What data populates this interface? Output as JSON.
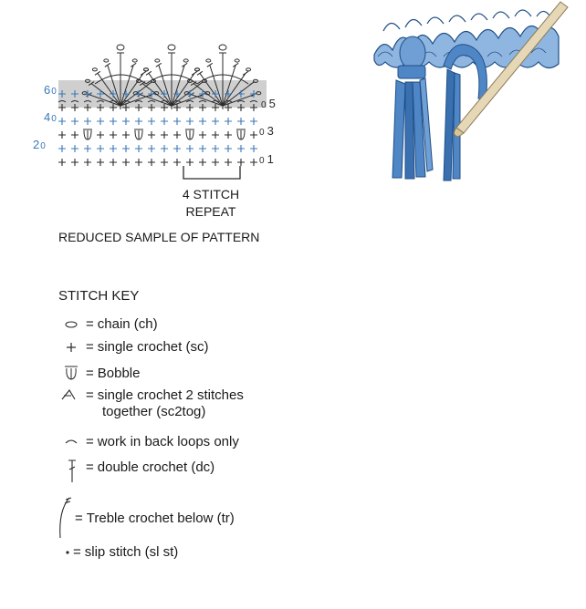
{
  "chart": {
    "row_labels": {
      "r1": "1",
      "r2": "2",
      "r3": "3",
      "r4": "4",
      "r5": "5",
      "r6": "6",
      "chain_marker": "0"
    },
    "repeat_label_line1": "4 STITCH",
    "repeat_label_line2": "REPEAT",
    "caption": "REDUCED SAMPLE OF PATTERN",
    "colors": {
      "blue": "#3b78b7",
      "dark": "#2a2a2a",
      "band": "#cfcfcf"
    }
  },
  "key": {
    "title": "STITCH KEY",
    "items": [
      {
        "icon": "chain-icon",
        "text": "chain (ch)"
      },
      {
        "icon": "single-crochet-icon",
        "text": "single crochet (sc)"
      },
      {
        "icon": "bobble-icon",
        "text": "Bobble"
      },
      {
        "icon": "sc2tog-icon",
        "text": "single crochet 2 stitches",
        "text2": "together (sc2tog)"
      },
      {
        "icon": "back-loop-icon",
        "text": "work in back loops only"
      },
      {
        "icon": "double-crochet-icon",
        "text": "double crochet (dc)"
      },
      {
        "icon": "treble-below-icon",
        "text": "Treble crochet below (tr)"
      },
      {
        "icon": "slip-stitch-icon",
        "text": "slip stitch (sl st)"
      }
    ],
    "eq": "="
  },
  "illustration": {
    "icon": "tassel-hook-illustration",
    "colors": {
      "yarn": "#4f86c6",
      "yarn_dark": "#1f4f86",
      "hook": "#e6d8b6"
    }
  }
}
